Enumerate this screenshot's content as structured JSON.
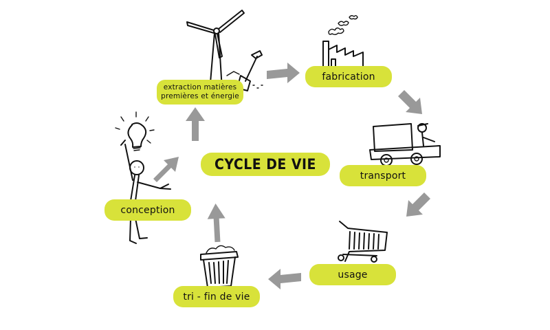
{
  "diagram": {
    "title": "CYCLE DE VIE",
    "steps": {
      "extraction": [
        "extraction matières",
        "premières et énergie"
      ],
      "fabrication": "fabrication",
      "transport": "transport",
      "usage": "usage",
      "tri": "tri - fin de vie",
      "conception": "conception"
    },
    "colors": {
      "label_fill": "#d8e23a",
      "arrow": "#999999",
      "ink": "#111111"
    },
    "icons": [
      "wind-turbine-icon",
      "shovel-icon",
      "factory-icon",
      "truck-icon",
      "shopping-cart-icon",
      "trash-bin-icon",
      "lightbulb-icon",
      "stick-figure-icon"
    ]
  }
}
